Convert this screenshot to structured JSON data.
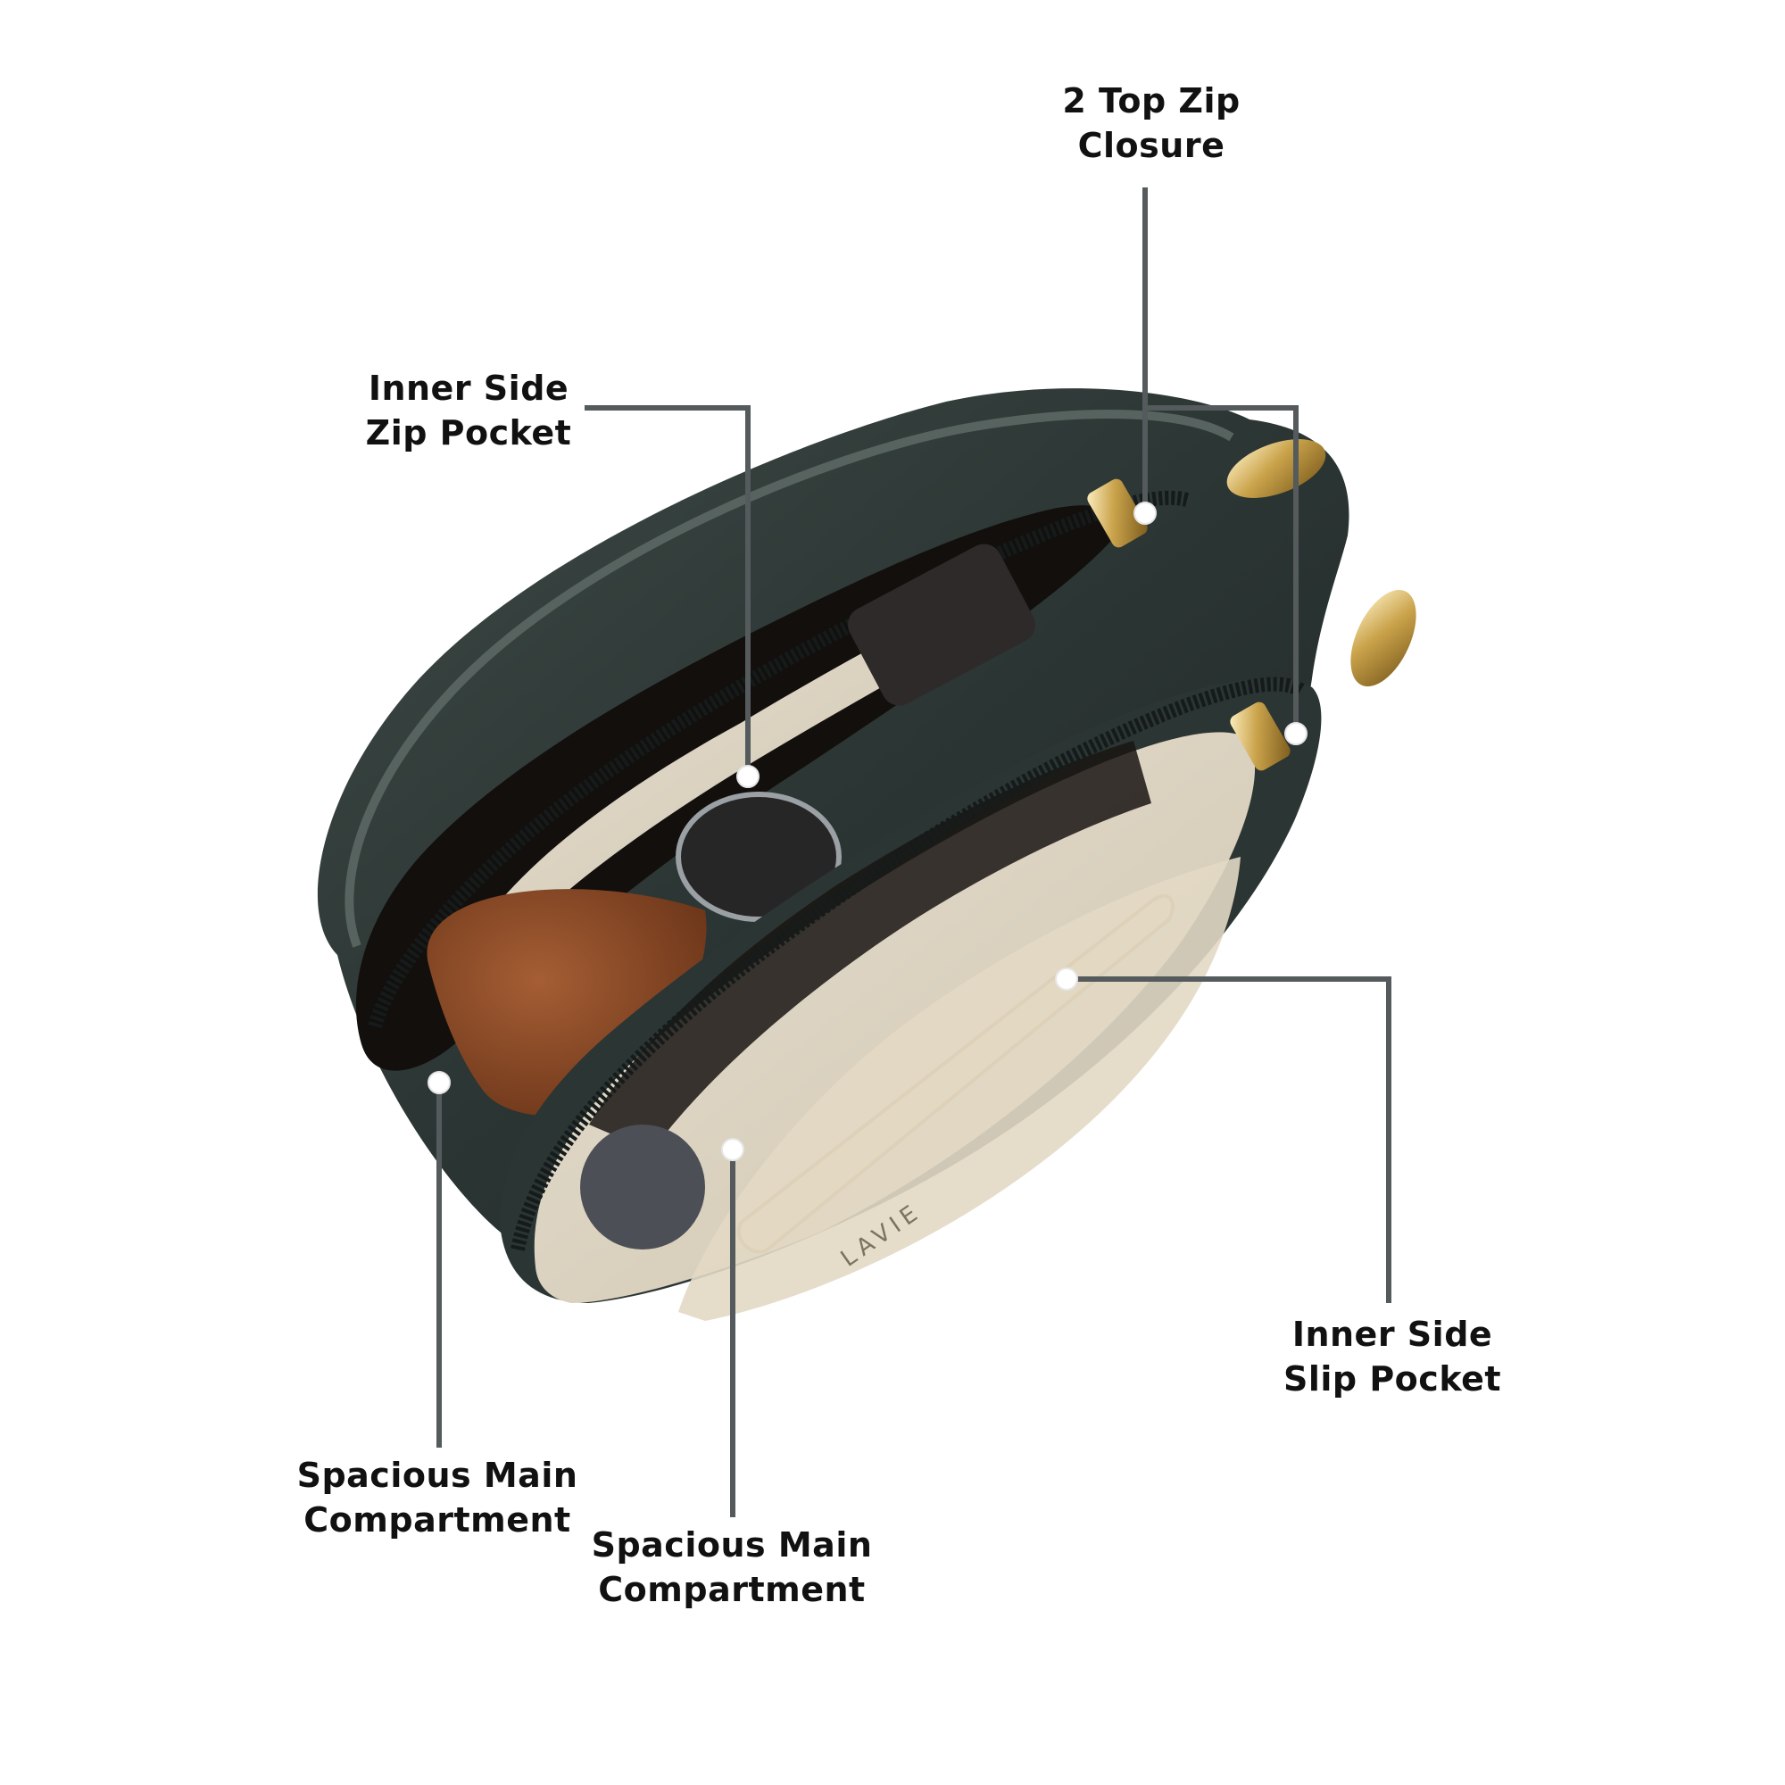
{
  "callouts": [
    {
      "id": "top-zip",
      "lines": [
        "2 Top Zip",
        "Closure"
      ]
    },
    {
      "id": "inner-zip",
      "lines": [
        "Inner Side",
        "Zip Pocket"
      ]
    },
    {
      "id": "slip-pocket",
      "lines": [
        "Inner Side",
        "Slip Pocket"
      ]
    },
    {
      "id": "main-left",
      "lines": [
        "Spacious Main",
        "Compartment"
      ]
    },
    {
      "id": "main-center",
      "lines": [
        "Spacious Main",
        "Compartment"
      ]
    }
  ],
  "lining_text": "LAVIE",
  "colors": {
    "leader": "#555a5c",
    "label": "#111111",
    "bag_shell": "#2b3533",
    "bag_shell_light": "#4a5753",
    "lining": "#d9d0bf",
    "interior": "#120f0d",
    "gold": "#c9a24a",
    "wallet": "#8a4a26"
  }
}
